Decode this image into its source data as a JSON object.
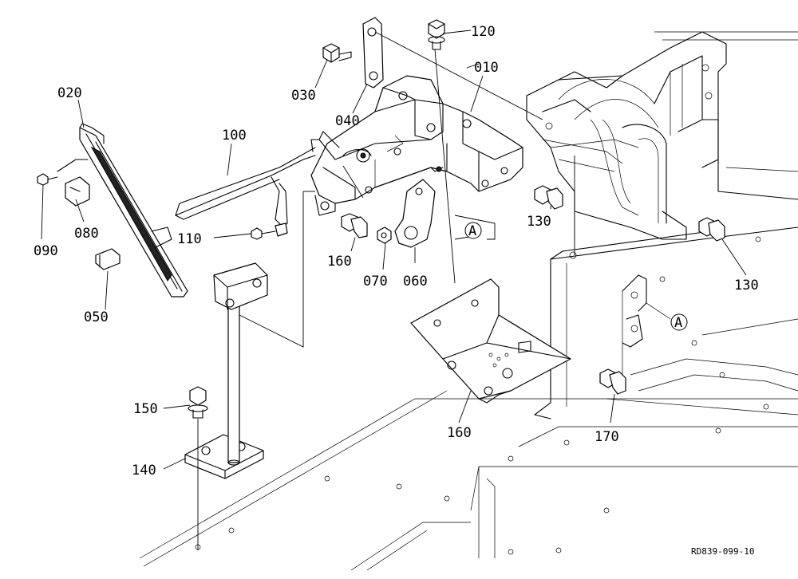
{
  "callouts": [
    {
      "id": "l010",
      "text": "010"
    },
    {
      "id": "l020",
      "text": "020"
    },
    {
      "id": "l030",
      "text": "030"
    },
    {
      "id": "l040",
      "text": "040"
    },
    {
      "id": "l050",
      "text": "050"
    },
    {
      "id": "l060",
      "text": "060"
    },
    {
      "id": "l070",
      "text": "070"
    },
    {
      "id": "l080",
      "text": "080"
    },
    {
      "id": "l090",
      "text": "090"
    },
    {
      "id": "l100",
      "text": "100"
    },
    {
      "id": "l110",
      "text": "110"
    },
    {
      "id": "l120",
      "text": "120"
    },
    {
      "id": "l130a",
      "text": "130"
    },
    {
      "id": "l130b",
      "text": "130"
    },
    {
      "id": "l140",
      "text": "140"
    },
    {
      "id": "l150",
      "text": "150"
    },
    {
      "id": "l160a",
      "text": "160"
    },
    {
      "id": "l160b",
      "text": "160"
    },
    {
      "id": "l170",
      "text": "170"
    }
  ],
  "reference_marks": [
    {
      "id": "markA1",
      "text": "A"
    },
    {
      "id": "markA2",
      "text": "A"
    }
  ],
  "drawing_code": "RD839-099-10"
}
